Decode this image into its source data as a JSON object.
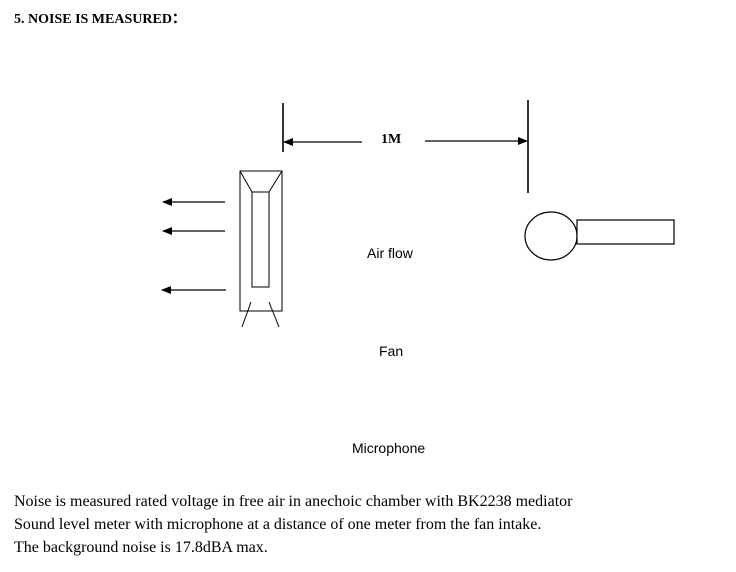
{
  "heading": "5. NOISE IS MEASURED：",
  "diagram": {
    "distance_label": "1M",
    "airflow_label": "Air flow",
    "fan_label": "Fan",
    "microphone_label": "Microphone"
  },
  "description": {
    "line1": "Noise is measured rated voltage in free air in anechoic chamber with    BK2238 mediator",
    "line2": "Sound level meter with microphone at a distance of one meter from the fan intake.",
    "line3": "The background noise is 17.8dBA max."
  }
}
